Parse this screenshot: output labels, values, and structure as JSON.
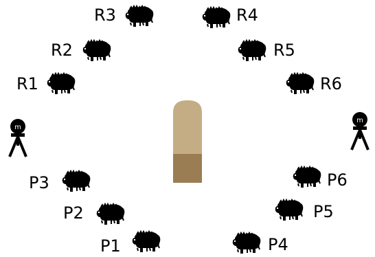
{
  "colors": {
    "animal": "#000000",
    "post_top": "#c4ad84",
    "post_bottom": "#9a7d52",
    "tripod": "#000000"
  },
  "icons": {
    "animal": "bison-icon",
    "tripod": "tripod-target-icon",
    "post": "post-icon"
  },
  "tripod_badge": "m",
  "labels": {
    "R1": "R1",
    "R2": "R2",
    "R3": "R3",
    "R4": "R4",
    "R5": "R5",
    "R6": "R6",
    "P1": "P1",
    "P2": "P2",
    "P3": "P3",
    "P4": "P4",
    "P5": "P5",
    "P6": "P6"
  }
}
